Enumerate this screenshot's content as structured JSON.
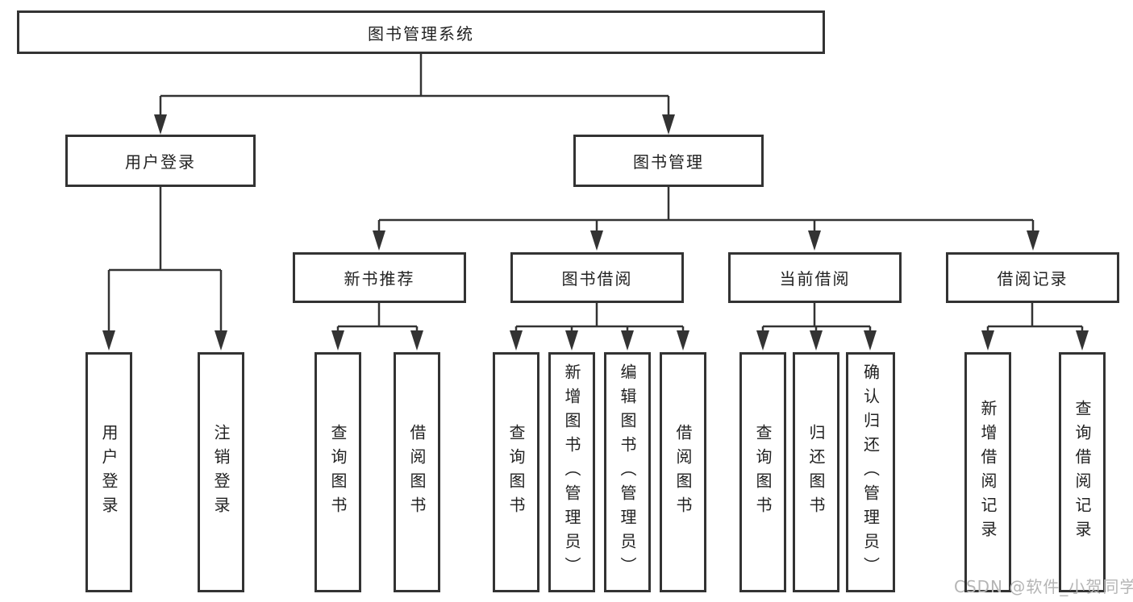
{
  "diagram": {
    "root": {
      "label": "图书管理系统"
    },
    "level2": {
      "user_login": {
        "label": "用户登录"
      },
      "book_mgmt": {
        "label": "图书管理"
      }
    },
    "level3": {
      "new_book_rec": {
        "label": "新书推荐",
        "parent": "图书管理"
      },
      "book_borrow": {
        "label": "图书借阅",
        "parent": "图书管理"
      },
      "current_borrow": {
        "label": "当前借阅",
        "parent": "图书管理"
      },
      "borrow_record": {
        "label": "借阅记录",
        "parent": "图书管理"
      }
    },
    "leaves": {
      "login": {
        "label": "用户登录",
        "parent": "用户登录"
      },
      "logout": {
        "label": "注销登录",
        "parent": "用户登录"
      },
      "nb_query": {
        "label": "查询图书",
        "parent": "新书推荐"
      },
      "nb_borrow": {
        "label": "借阅图书",
        "parent": "新书推荐"
      },
      "bb_query": {
        "label": "查询图书",
        "parent": "图书借阅"
      },
      "bb_add": {
        "label": "新增图书（管理员）",
        "parent": "图书借阅"
      },
      "bb_edit": {
        "label": "编辑图书（管理员）",
        "parent": "图书借阅"
      },
      "bb_borrow": {
        "label": "借阅图书",
        "parent": "图书借阅"
      },
      "cb_query": {
        "label": "查询图书",
        "parent": "当前借阅"
      },
      "cb_return": {
        "label": "归还图书",
        "parent": "当前借阅"
      },
      "cb_confirm": {
        "label": "确认归还（管理员）",
        "parent": "当前借阅"
      },
      "br_add": {
        "label": "新增借阅记录",
        "parent": "借阅记录"
      },
      "br_query": {
        "label": "查询借阅记录",
        "parent": "借阅记录"
      }
    },
    "colors": {
      "line": "#333333",
      "text": "#222222",
      "background": "#ffffff",
      "watermark": "#b5b5b5"
    }
  },
  "watermark": "CSDN @软件_小贺同学"
}
